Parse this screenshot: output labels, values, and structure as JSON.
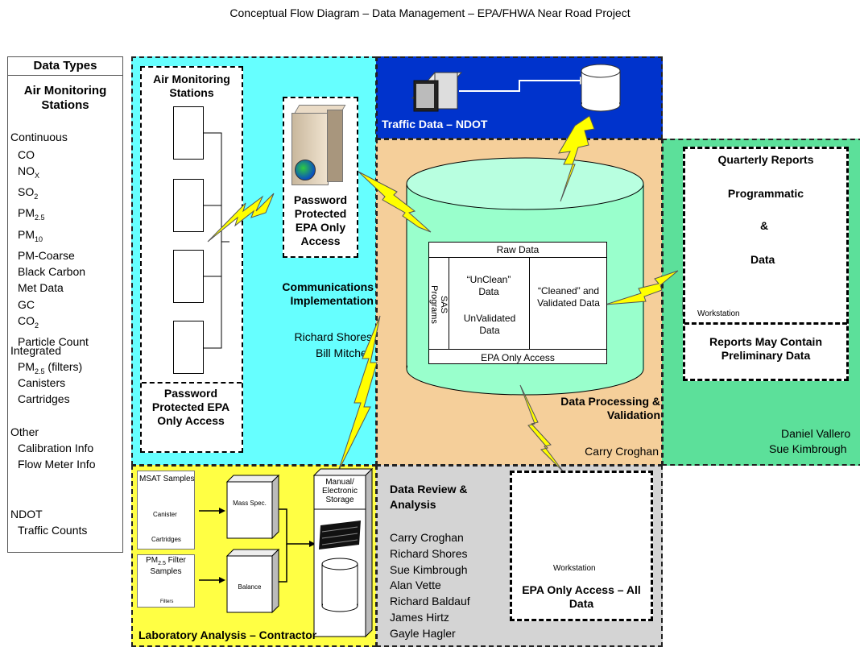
{
  "title": "Conceptual Flow Diagram – Data Management – EPA/FHWA Near Road Project",
  "data_types": {
    "header": "Data Types",
    "heading": "Air Monitoring Stations",
    "continuous_label": "Continuous",
    "continuous_items": [
      {
        "base": "CO",
        "sub": ""
      },
      {
        "base": "NO",
        "sub": "X"
      },
      {
        "base": "SO",
        "sub": "2"
      },
      {
        "base": "PM",
        "sub": "2.5"
      },
      {
        "base": "PM",
        "sub": "10"
      },
      {
        "base": "PM-Coarse",
        "sub": ""
      },
      {
        "base": "Black Carbon",
        "sub": ""
      },
      {
        "base": "Met Data",
        "sub": ""
      },
      {
        "base": "GC",
        "sub": ""
      },
      {
        "base": "CO",
        "sub": "2"
      },
      {
        "base": "Particle Count",
        "sub": ""
      }
    ],
    "integrated_label": "Integrated",
    "integrated_pm_base": "PM",
    "integrated_pm_sub": "2.5",
    "integrated_pm_suffix": " (filters)",
    "integrated_items": [
      "Canisters",
      "Cartridges"
    ],
    "other_label": "Other",
    "other_items": [
      "Calibration Info",
      "Flow Meter Info"
    ],
    "ndot_label": "NDOT",
    "ndot_items": [
      "Traffic Counts"
    ]
  },
  "comm": {
    "stations_title": "Air Monitoring Stations",
    "stations_footer": "Password Protected EPA Only Access",
    "server_label": "Password Protected EPA Only Access",
    "label": "Communications Implementation",
    "people": [
      "Richard Shores",
      "Bill Mitchell"
    ]
  },
  "traffic": {
    "label": "Traffic Data – NDOT"
  },
  "processing": {
    "raw": "Raw Data",
    "sas": "SAS Programs",
    "unclean_title": "“UnClean” Data",
    "unvalidated": "UnValidated Data",
    "cleaned": "“Cleaned” and Validated Data",
    "epa_only": "EPA Only Access",
    "label": "Data Processing & Validation",
    "person": "Carry Croghan"
  },
  "reports": {
    "title": "Quarterly Reports",
    "programmatic": "Programmatic",
    "amp": "&",
    "data": "Data",
    "workstation": "Workstation",
    "note": "Reports May Contain Preliminary Data",
    "people": [
      "Daniel Vallero",
      "Sue Kimbrough"
    ]
  },
  "lab": {
    "msat": "MSAT Samples",
    "canister": "Canister",
    "cartridges": "Cartridges",
    "pm_base": "PM",
    "pm_sub": "2.5",
    "pm_rest": " Filter",
    "pm_samples": "Samples",
    "filters": "Filters",
    "mass_spec": "Mass Spec.",
    "balance": "Balance",
    "storage": "Manual/ Electronic Storage",
    "label": "Laboratory Analysis – Contractor"
  },
  "review": {
    "title": "Data Review & Analysis",
    "people": [
      "Carry Croghan",
      "Richard Shores",
      "Sue Kimbrough",
      "Alan Vette",
      "Richard Baldauf",
      "James Hirtz",
      "Gayle Hagler"
    ],
    "workstation": "Workstation",
    "access": "EPA Only Access – All Data"
  },
  "colors": {
    "cyan": "#66ffff",
    "navy": "#0033cc",
    "tan": "#f5cf9a",
    "green": "#5ce09a",
    "yellow": "#ffff44",
    "gray": "#d4d4d4",
    "cylinder": "#99ffcc",
    "lightning": "#ffff00"
  }
}
